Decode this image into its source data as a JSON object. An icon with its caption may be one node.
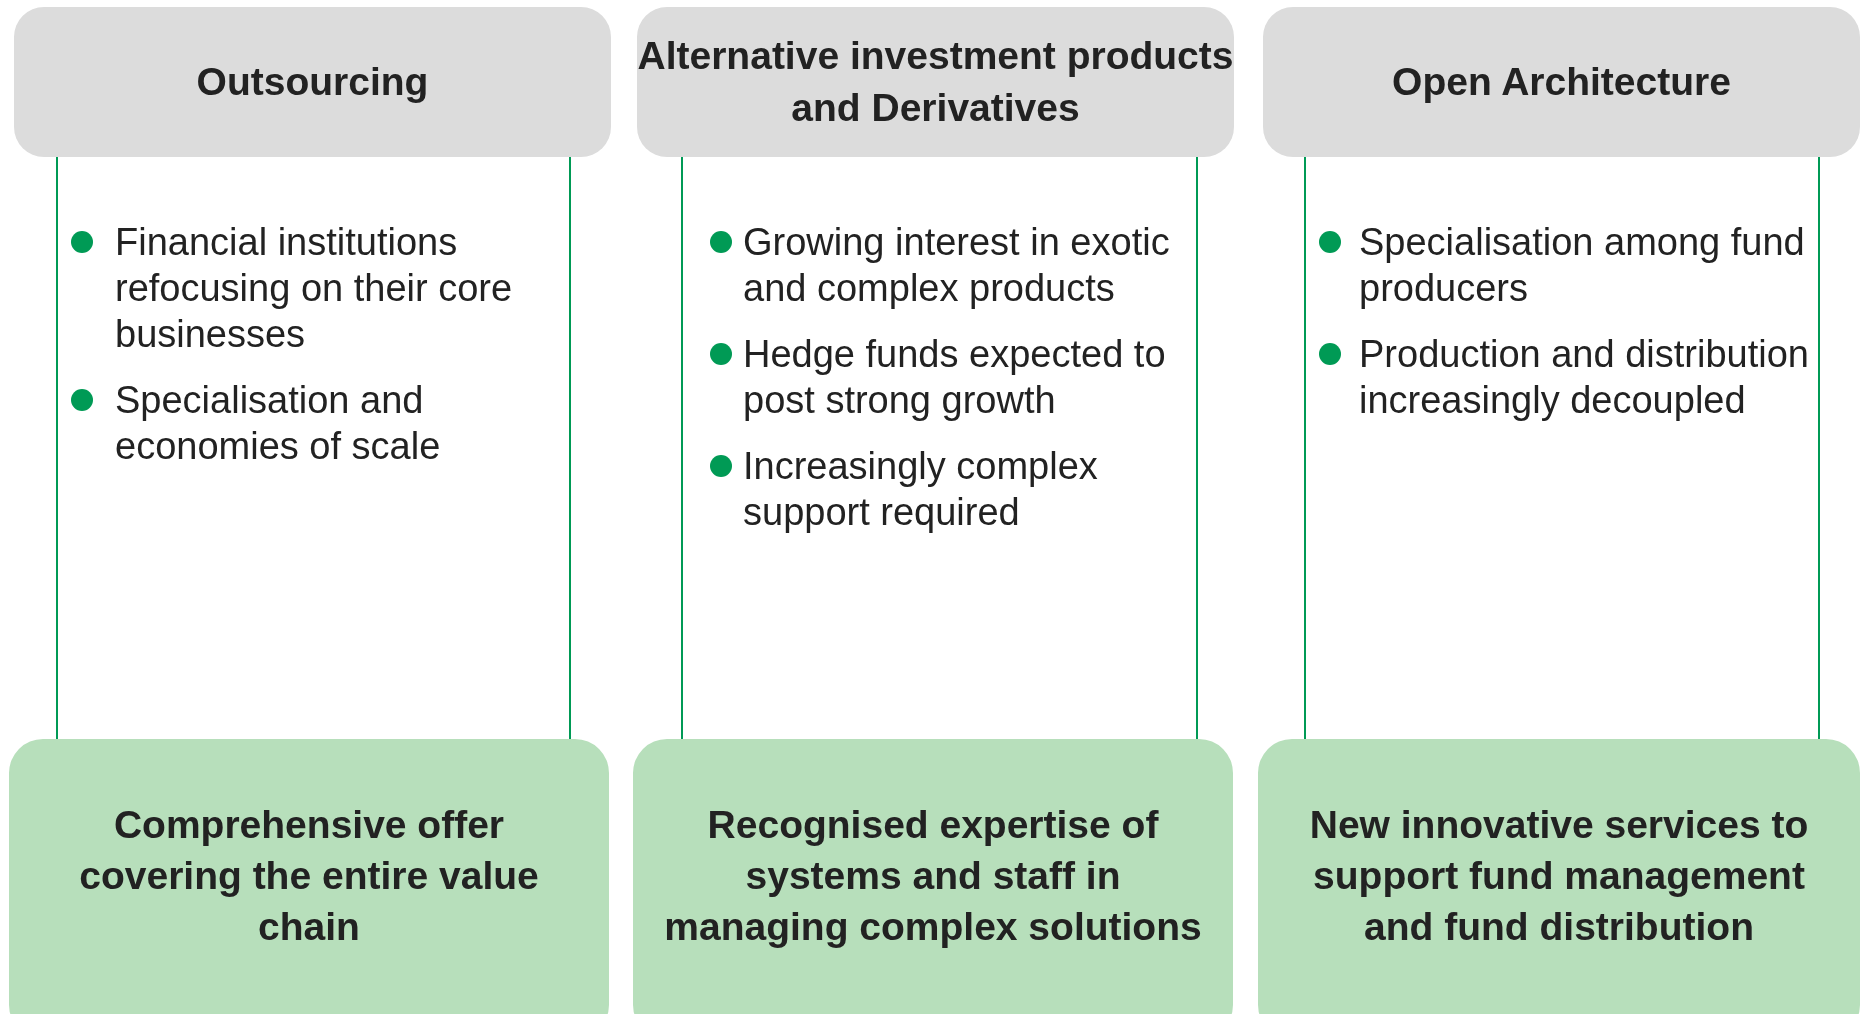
{
  "diagram": {
    "nodes": [
      {
        "text": [
          "Outsourcing"
        ]
      },
      {
        "text": [
          "Financial institutions refocusing on their core businesses",
          "Specialisation and economies of scale"
        ]
      },
      {
        "text": [
          "Comprehensive offer covering the entire value chain"
        ]
      },
      {
        "text": [
          "Alternative investment products and Derivatives"
        ]
      },
      {
        "text": [
          "Growing interest in exotic and complex products",
          "Hedge funds expected to post strong growth",
          "Increasingly complex support required"
        ]
      },
      {
        "text": [
          "Recognised expertise of systems and staff in managing complex solutions"
        ]
      },
      {
        "text": [
          "Open Architecture"
        ]
      },
      {
        "text": [
          "Specialisation among fund producers",
          "Production and distribution increasingly decoupled"
        ]
      },
      {
        "text": [
          "New innovative services to support fund management and fund distribution"
        ]
      }
    ]
  }
}
